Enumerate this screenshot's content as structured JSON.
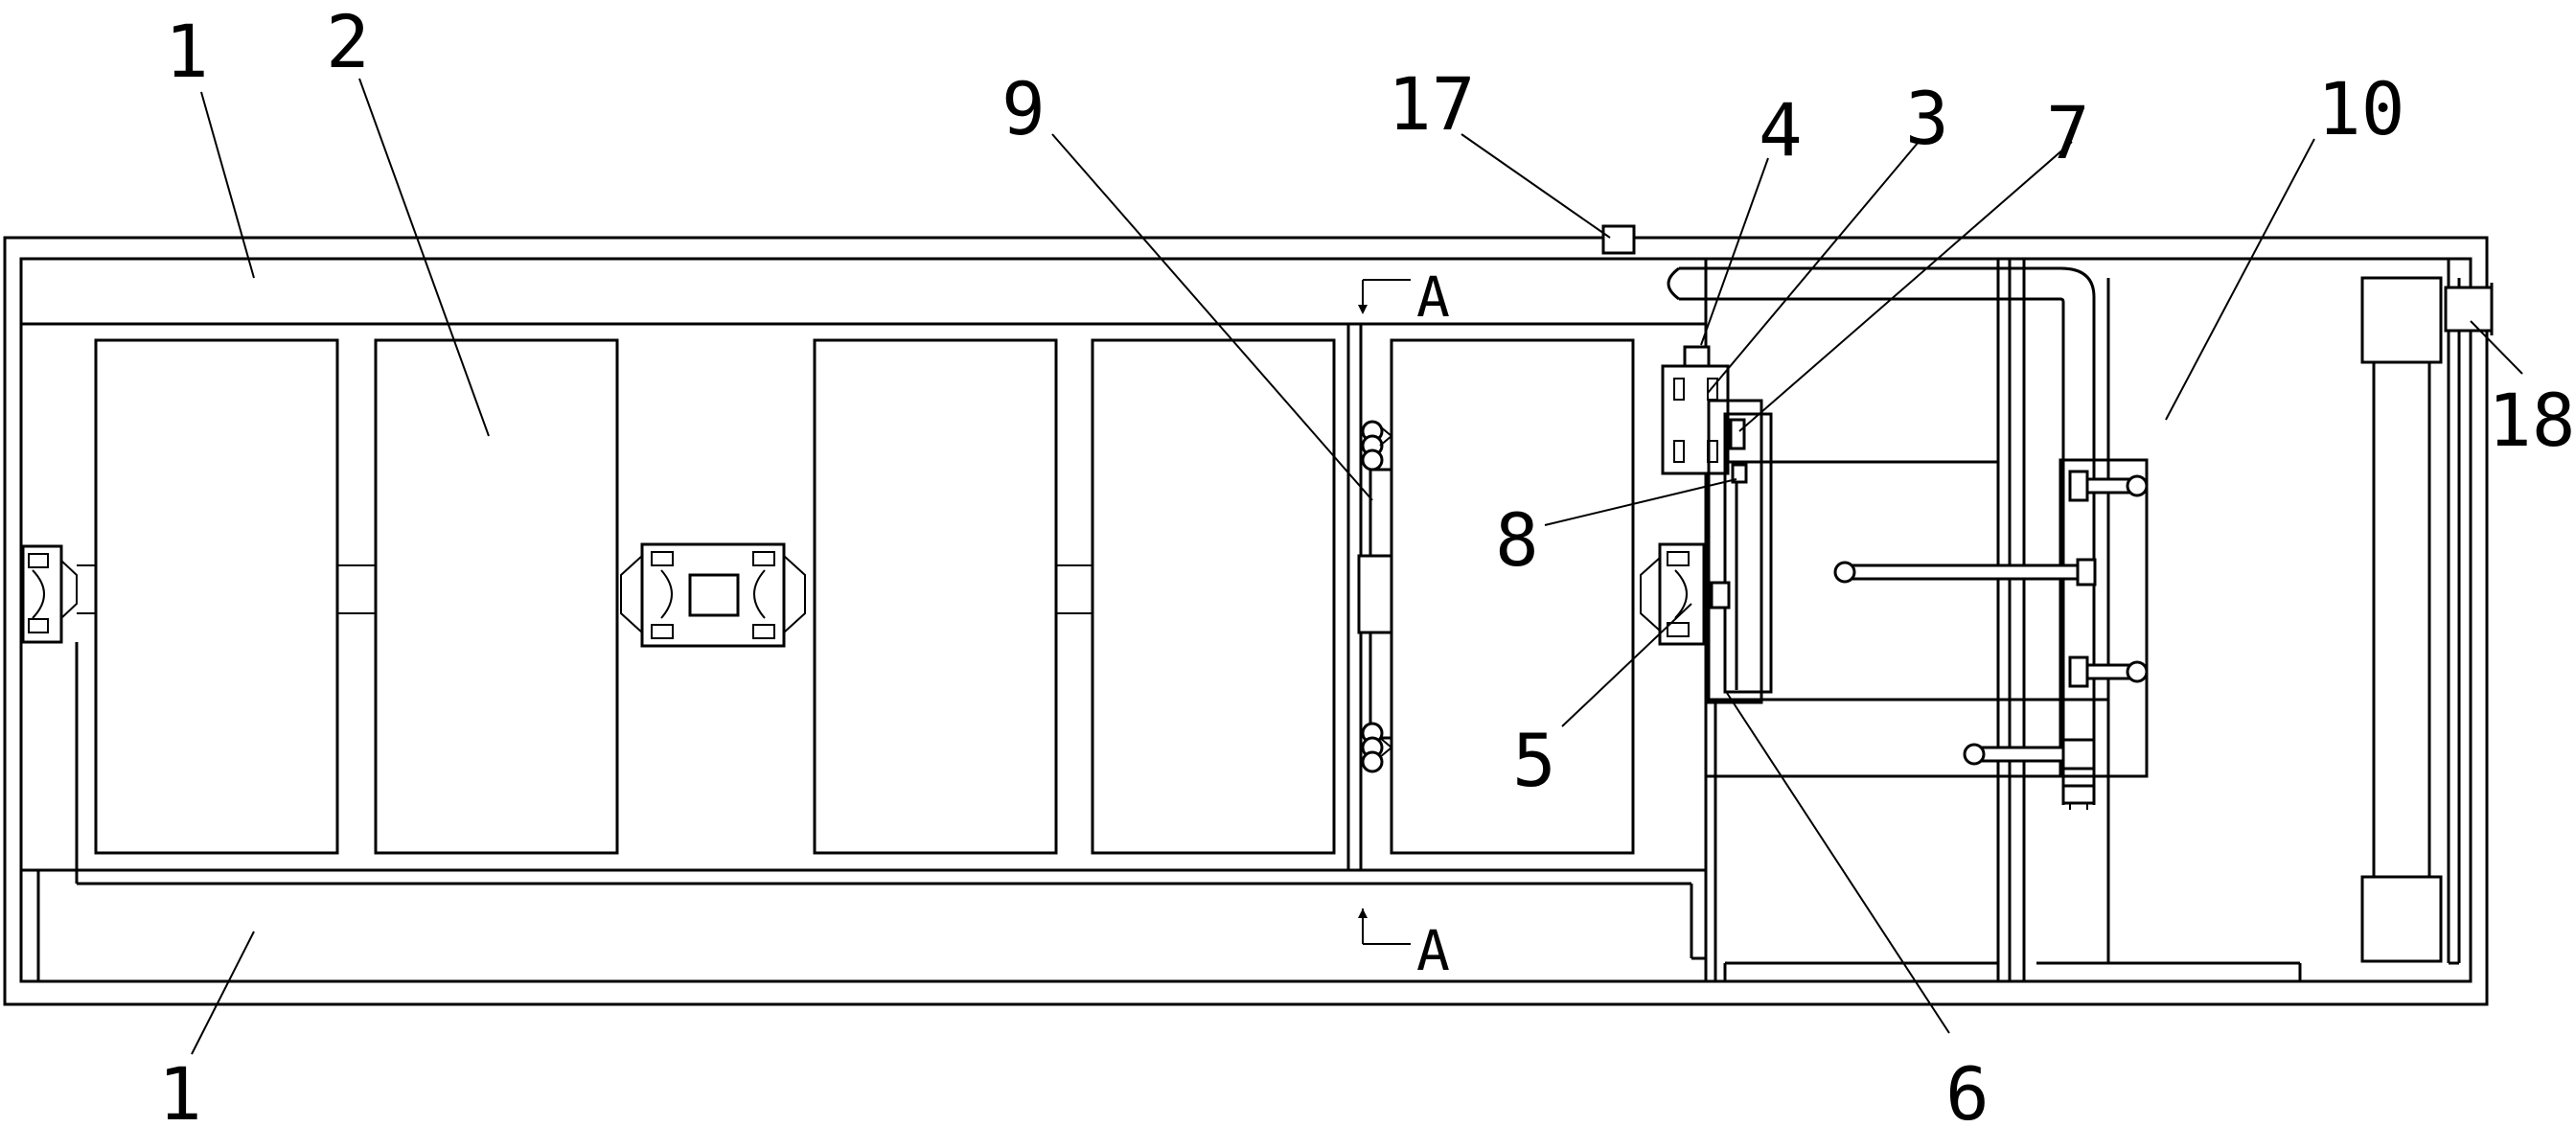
{
  "labels": {
    "l1_top": "1",
    "l2": "2",
    "l9": "9",
    "l17": "17",
    "l4": "4",
    "l3": "3",
    "l7": "7",
    "l10": "10",
    "l18": "18",
    "l8": "8",
    "l5": "5",
    "l6": "6",
    "l1_bottom": "1"
  },
  "section_marks": {
    "top": "A",
    "bottom": "A"
  }
}
